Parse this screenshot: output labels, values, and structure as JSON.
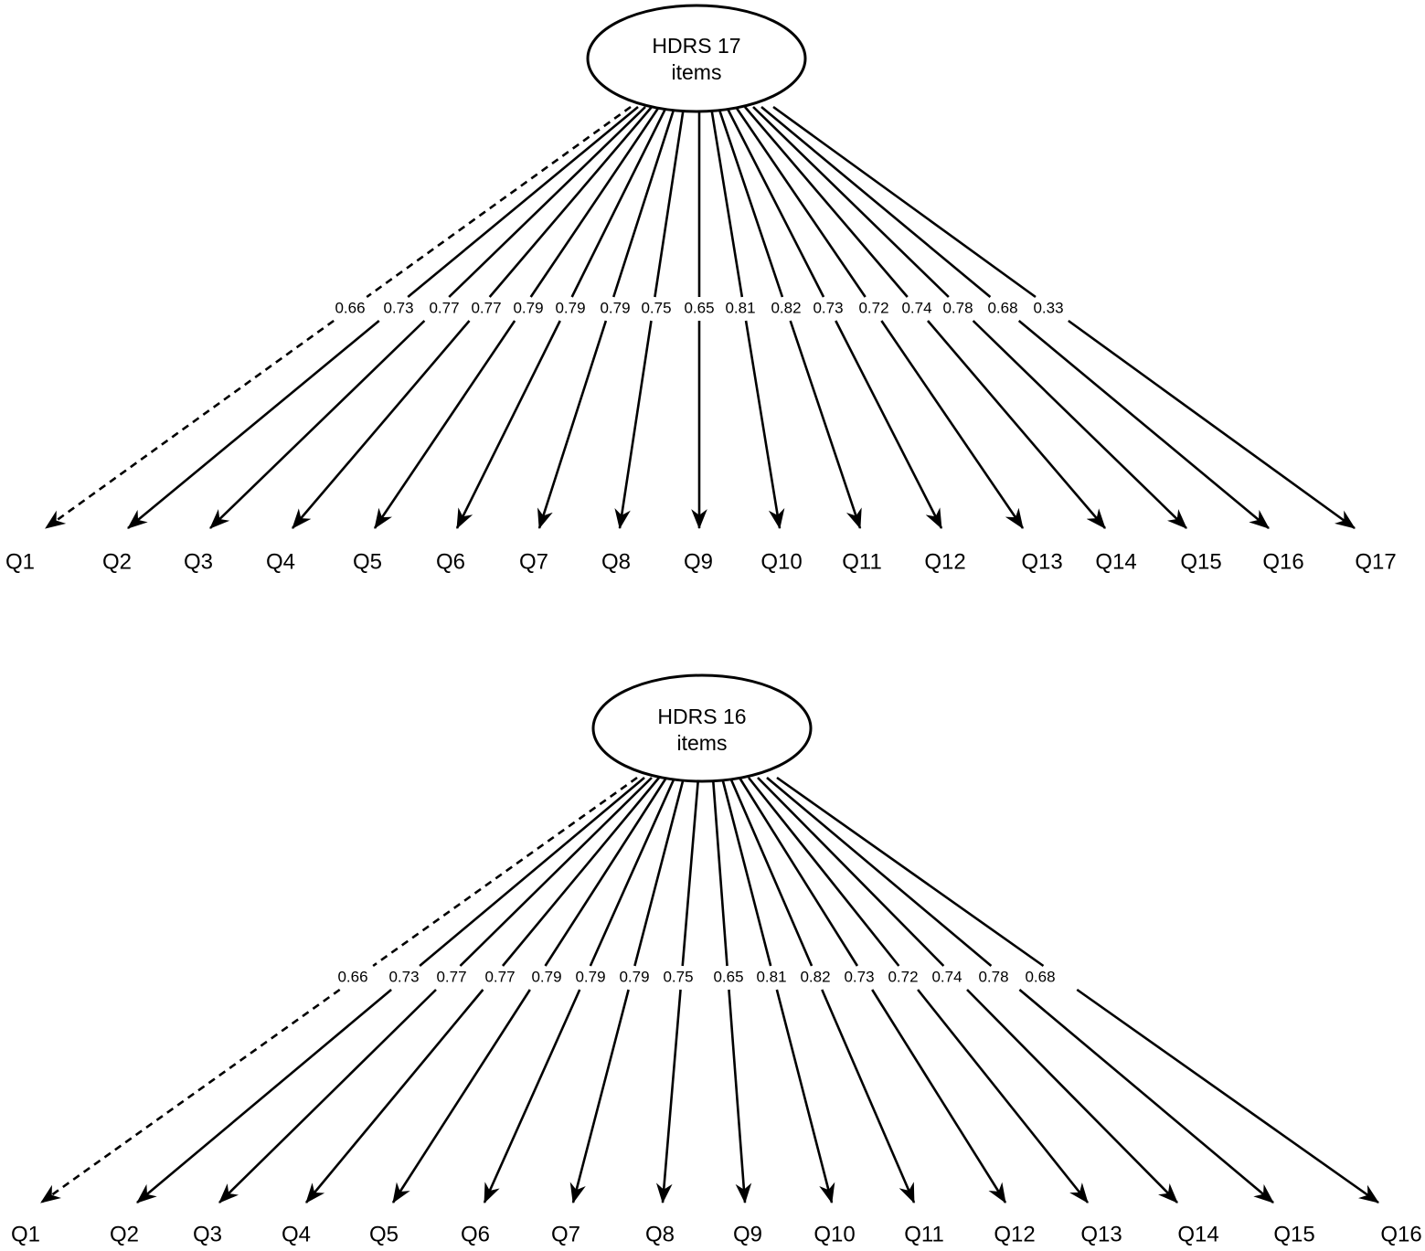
{
  "diagrams": [
    {
      "latent": {
        "line1": "HDRS 17",
        "line2": "items"
      },
      "indicators": [
        "Q1",
        "Q2",
        "Q3",
        "Q4",
        "Q5",
        "Q6",
        "Q7",
        "Q8",
        "Q9",
        "Q10",
        "Q11",
        "Q12",
        "Q13",
        "Q14",
        "Q15",
        "Q16",
        "Q17"
      ],
      "loadings": [
        "0.66",
        "0.73",
        "0.77",
        "0.77",
        "0.79",
        "0.79",
        "0.79",
        "0.75",
        "0.65",
        "0.81",
        "0.82",
        "0.73",
        "0.72",
        "0.74",
        "0.78",
        "0.68",
        "0.33"
      ],
      "dashed_index": 0
    },
    {
      "latent": {
        "line1": "HDRS 16",
        "line2": "items"
      },
      "indicators": [
        "Q1",
        "Q2",
        "Q3",
        "Q4",
        "Q5",
        "Q6",
        "Q7",
        "Q8",
        "Q9",
        "Q10",
        "Q11",
        "Q12",
        "Q13",
        "Q14",
        "Q15",
        "Q16"
      ],
      "loadings": [
        "0.66",
        "0.73",
        "0.77",
        "0.77",
        "0.79",
        "0.79",
        "0.79",
        "0.75",
        "0.65",
        "0.81",
        "0.82",
        "0.73",
        "0.72",
        "0.74",
        "0.78",
        "0.68"
      ],
      "dashed_index": 0
    }
  ],
  "colors": {
    "stroke": "#000000",
    "background": "#ffffff"
  }
}
